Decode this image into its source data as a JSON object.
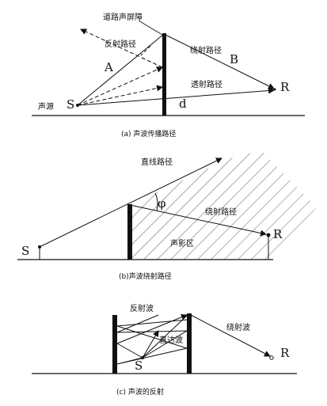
{
  "panel_a": {
    "barrier_label": "道路声屏障",
    "reflect_label": "反射路径",
    "diffract_label": "绕射路径",
    "transmit_label": "透射路径",
    "source_label": "声源",
    "s": "S",
    "r": "R",
    "a": "A",
    "b": "B",
    "d": "d",
    "caption": "(a) 声波传播路径"
  },
  "panel_b": {
    "direct_label": "直线路径",
    "diffract_label": "绕射路径",
    "shadow_label": "声影区",
    "phi": "φ",
    "s": "S",
    "r": "R",
    "caption": "(b)声波绕射路径"
  },
  "panel_c": {
    "reflect_label": "反射波",
    "direct_label": "直达波",
    "diffract_label": "绕射波",
    "s": "S",
    "r": "R",
    "caption": "(c) 声波的反射"
  }
}
